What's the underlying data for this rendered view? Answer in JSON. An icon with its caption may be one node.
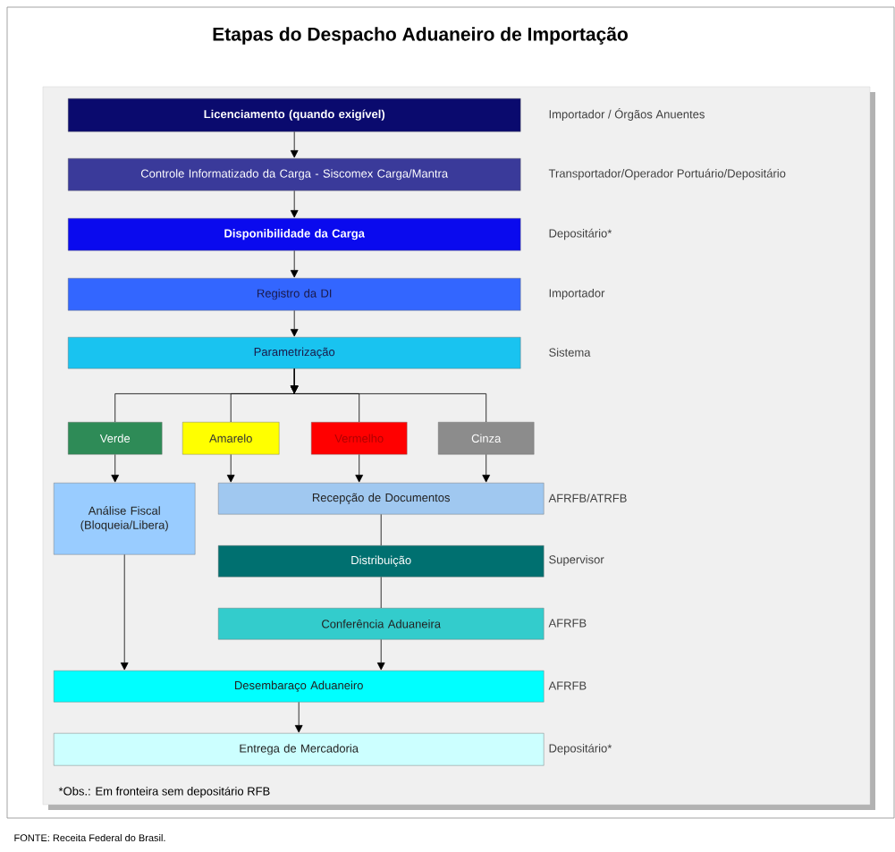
{
  "diagram": {
    "title": "Etapas do Despacho Aduaneiro de Importação",
    "nodes": [
      {
        "text": [
          "Licenciamento (quando exigível)"
        ],
        "beside": [
          "Importador / Órgãos Anuentes"
        ]
      },
      {
        "text": [
          "Controle Informatizado da Carga - Siscomex Carga/Mantra"
        ],
        "beside": [
          "Transportador/Operador Portuário/Depositário"
        ]
      },
      {
        "text": [
          "Disponibilidade da Carga"
        ],
        "beside": [
          "Depositário*"
        ]
      },
      {
        "text": [
          "Registro da DI"
        ],
        "beside": [
          "Importador"
        ]
      },
      {
        "text": [
          "Parametrização"
        ],
        "beside": [
          "Sistema"
        ]
      },
      {
        "text": [
          "Verde"
        ]
      },
      {
        "text": [
          "Amarelo"
        ]
      },
      {
        "text": [
          "Vermelho"
        ]
      },
      {
        "text": [
          "Cinza"
        ]
      },
      {
        "text": [
          "Análise Fiscal (Bloqueia/Libera)"
        ]
      },
      {
        "text": [
          "Recepção de Documentos"
        ],
        "beside": [
          "AFRFB/ATRFB"
        ]
      },
      {
        "text": [
          "Distribuição"
        ],
        "beside": [
          "Supervisor"
        ]
      },
      {
        "text": [
          "Conferência Aduaneira"
        ],
        "beside": [
          "AFRFB"
        ]
      },
      {
        "text": [
          "Desembaraço Aduaneiro"
        ],
        "beside": [
          "AFRFB"
        ]
      },
      {
        "text": [
          "Entrega de Mercadoria"
        ],
        "beside": [
          "Depositário*"
        ]
      }
    ],
    "edges": [
      {
        "from": 0,
        "to": 1,
        "arrow": "to"
      },
      {
        "from": 1,
        "to": 2,
        "arrow": "to"
      },
      {
        "from": 2,
        "to": 3,
        "arrow": "to"
      },
      {
        "from": 3,
        "to": 4,
        "arrow": "to"
      },
      {
        "from": 4,
        "to": 5,
        "arrow": "to"
      },
      {
        "from": 4,
        "to": 6,
        "arrow": "to"
      },
      {
        "from": 4,
        "to": 7,
        "arrow": "to"
      },
      {
        "from": 4,
        "to": 8,
        "arrow": "to"
      },
      {
        "from": 5,
        "to": 9,
        "arrow": "to"
      },
      {
        "from": 6,
        "to": 10,
        "arrow": "to"
      },
      {
        "from": 7,
        "to": 10,
        "arrow": "to"
      },
      {
        "from": 8,
        "to": 10,
        "arrow": "to"
      },
      {
        "from": 10,
        "to": 11,
        "arrow": "none"
      },
      {
        "from": 11,
        "to": 12,
        "arrow": "none"
      },
      {
        "from": 12,
        "to": 13,
        "arrow": "to"
      },
      {
        "from": 9,
        "to": 13,
        "arrow": "to"
      },
      {
        "from": 13,
        "to": 14,
        "arrow": "to"
      }
    ],
    "labels": [
      "*Obs.: Em fronteira sem depositário RFB",
      "FONTE: Receita Federal do Brasil."
    ]
  }
}
